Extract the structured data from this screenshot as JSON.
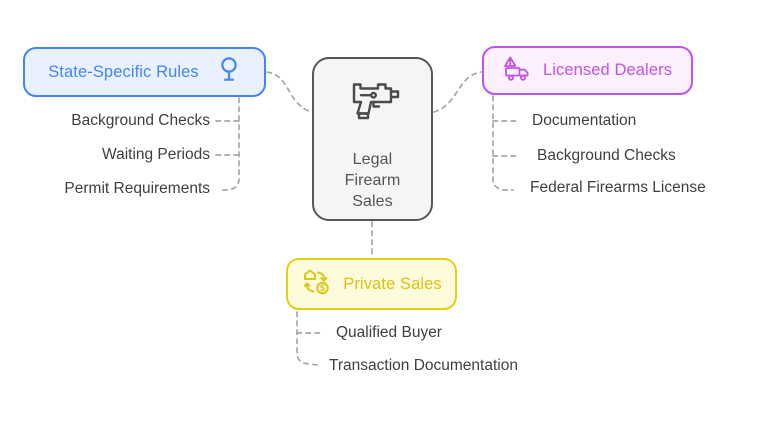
{
  "center_node": {
    "label": "Legal Firearm Sales",
    "icon": "uzi-pistol-icon"
  },
  "branches": {
    "state": {
      "label": "State-Specific Rules",
      "icon": "pin-icon",
      "accent_color": "#4285f4",
      "fill_color": "#e9f1fe",
      "items": [
        "Background Checks",
        "Waiting Periods",
        "Permit Requirements"
      ]
    },
    "dealers": {
      "label": "Licensed Dealers",
      "icon": "warning-delivery-truck-icon",
      "accent_color": "#bf54e6",
      "fill_color": "#fdf0fe",
      "items": [
        "Documentation",
        "Background Checks",
        "Federal Firearms License"
      ]
    },
    "private": {
      "label": "Private Sales",
      "icon": "house-money-exchange-icon",
      "accent_color": "#d5c413",
      "fill_color": "#fdfbdb",
      "items": [
        "Qualified Buyer",
        "Transaction Documentation"
      ]
    }
  },
  "connector_color": "#a6a6a6",
  "center_border_color": "#575757"
}
